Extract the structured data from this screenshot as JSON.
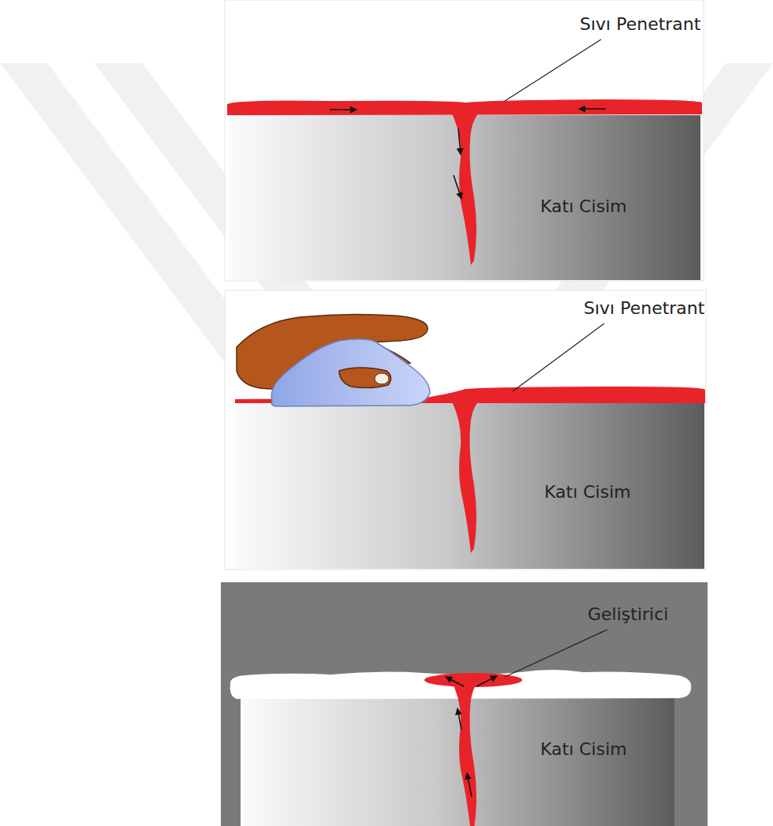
{
  "diagram": {
    "nodes": [
      {
        "text": [
          "Katı Cisim"
        ]
      },
      {
        "text": [
          "Katı Cisim"
        ]
      },
      {
        "text": [
          "Katı Cisim"
        ]
      }
    ],
    "labels": [
      "Sıvı Penetrant",
      "Sıvı Penetrant",
      "Geliştirici"
    ]
  }
}
